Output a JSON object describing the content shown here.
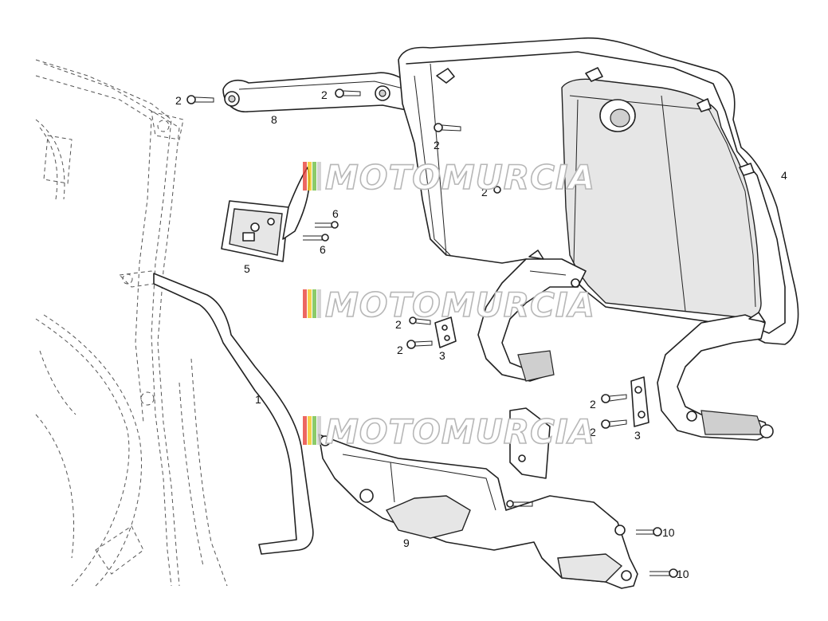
{
  "labels": [
    {
      "key": "2a",
      "text": "2"
    },
    {
      "key": "2b",
      "text": "2"
    },
    {
      "key": "2c",
      "text": "2"
    },
    {
      "key": "2d",
      "text": "2"
    },
    {
      "key": "2e",
      "text": "2"
    },
    {
      "key": "2f",
      "text": "2"
    },
    {
      "key": "2g",
      "text": "2"
    },
    {
      "key": "2h",
      "text": "2"
    },
    {
      "key": "8",
      "text": "8"
    },
    {
      "key": "4",
      "text": "4"
    },
    {
      "key": "6a",
      "text": "6"
    },
    {
      "key": "6b",
      "text": "6"
    },
    {
      "key": "5",
      "text": "5"
    },
    {
      "key": "3a",
      "text": "3"
    },
    {
      "key": "3b",
      "text": "3"
    },
    {
      "key": "1",
      "text": "1"
    },
    {
      "key": "9",
      "text": "9"
    },
    {
      "key": "10a",
      "text": "10"
    },
    {
      "key": "10b",
      "text": "10"
    }
  ],
  "watermark": {
    "text": "MOTOMURCIA",
    "stripe_colors": [
      "#e8413a",
      "#f4c51d",
      "#6fbe44",
      "#c9c9c9"
    ]
  }
}
